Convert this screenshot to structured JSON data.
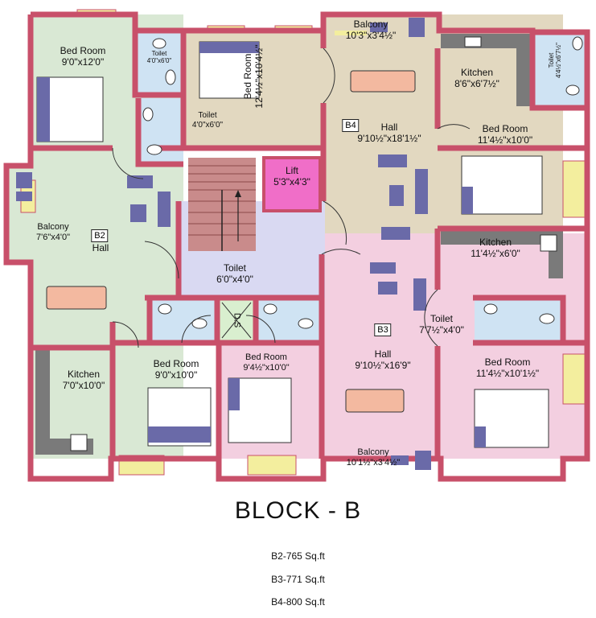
{
  "colors": {
    "wall": "#c8506a",
    "b2_floor": "#d9e8d4",
    "b3_floor": "#f3cfe0",
    "b4_floor": "#e2d8c0",
    "wet_area": "#cfe3f3",
    "kitchen_counter": "#7a7a7a",
    "lift": "#f06ec8",
    "lobby": "#d9d9f2",
    "stairs": "#c98b8b",
    "window": "#f3ee9e",
    "furniture": "#6a6aa8",
    "dining": "#f3b9a0"
  },
  "rooms": {
    "b2_bedroom1": {
      "name": "Bed Room",
      "size": "9'0\"x12'0\""
    },
    "b2_toilet1": {
      "name": "Toilet",
      "size": "4'0\"x6'0\""
    },
    "b2_toilet2": {
      "name": "Toilet",
      "size": "4'0\"x6'0\""
    },
    "b4_bedroom1": {
      "name": "Bed Room",
      "size": "12'4½\"x10'4½\""
    },
    "b4_balcony": {
      "name": "Balcony",
      "size": "10'3\"x3'4½\""
    },
    "b4_kitchen": {
      "name": "Kitchen",
      "size": "8'6\"x6'7½\""
    },
    "b4_toilet": {
      "name": "Toilet",
      "size": "4'4½\"x6'7½\""
    },
    "b4_hall": {
      "name": "Hall",
      "size": "9'10½\"x18'1½\""
    },
    "b4_bedroom2": {
      "name": "Bed Room",
      "size": "11'4½\"x10'0\""
    },
    "lift": {
      "name": "Lift",
      "size": "5'3\"x4'3\""
    },
    "b2_balcony": {
      "name": "Balcony",
      "size": "7'6\"x4'0\""
    },
    "b2_hall": {
      "name": "Hall"
    },
    "common_toilet": {
      "name": "Toilet",
      "size": "6'0\"x4'0\""
    },
    "b3_kitchen": {
      "name": "Kitchen",
      "size": "11'4½\"x6'0\""
    },
    "b3_toilet": {
      "name": "Toilet",
      "size": "7'7½\"x4'0\""
    },
    "b3_hall": {
      "name": "Hall",
      "size": "9'10½\"x16'9\""
    },
    "b3_bedroom1": {
      "name": "Bed Room",
      "size": "9'4½\"x10'0\""
    },
    "b3_bedroom2": {
      "name": "Bed Room",
      "size": "11'4½\"x10'1½\""
    },
    "b3_balcony": {
      "name": "Balcony",
      "size": "10'1½\"x3'4½\""
    },
    "b2_kitchen": {
      "name": "Kitchen",
      "size": "7'0\"x10'0\""
    },
    "b2_bedroom2": {
      "name": "Bed Room",
      "size": "9'0\"x10'0\""
    }
  },
  "unit_tags": {
    "b2": "B2",
    "b3": "B3",
    "b4": "B4"
  },
  "duct_label": "D.S",
  "title": "BLOCK - B",
  "areas": [
    "B2-765 Sq.ft",
    "B3-771 Sq.ft",
    "B4-800 Sq.ft"
  ]
}
